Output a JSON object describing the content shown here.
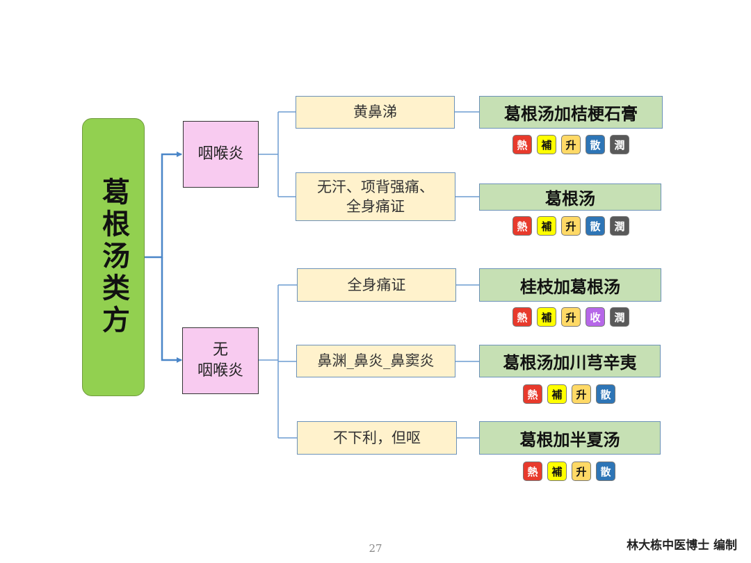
{
  "root": {
    "title": "葛根汤类方"
  },
  "categories": [
    {
      "label": "咽喉炎"
    },
    {
      "label": "无\n咽喉炎"
    }
  ],
  "badge_colors": {
    "熱": {
      "bg": "#e83a2c",
      "fg": "#ffffff"
    },
    "補": {
      "bg": "#ffff00",
      "fg": "#111111"
    },
    "升": {
      "bg": "#ffd966",
      "fg": "#111111"
    },
    "散": {
      "bg": "#2e75b6",
      "fg": "#ffffff"
    },
    "潤": {
      "bg": "#595959",
      "fg": "#ffffff"
    },
    "收": {
      "bg": "#b667e8",
      "fg": "#ffffff"
    }
  },
  "branches": [
    {
      "symptom": "黄鼻涕",
      "formula": "葛根汤加桔梗石膏",
      "badges": [
        "熱",
        "補",
        "升",
        "散",
        "潤"
      ]
    },
    {
      "symptom": "无汗、项背强痛、\n全身痛证",
      "formula": "葛根汤",
      "badges": [
        "熱",
        "補",
        "升",
        "散",
        "潤"
      ]
    },
    {
      "symptom": "全身痛证",
      "formula": "桂枝加葛根汤",
      "badges": [
        "熱",
        "補",
        "升",
        "收",
        "潤"
      ]
    },
    {
      "symptom": "鼻渊_鼻炎_鼻窦炎",
      "formula": "葛根汤加川芎辛夷",
      "badges": [
        "熱",
        "補",
        "升",
        "散"
      ]
    },
    {
      "symptom": "不下利，但呕",
      "formula": "葛根加半夏汤",
      "badges": [
        "熱",
        "補",
        "升",
        "散"
      ]
    }
  ],
  "footer": {
    "page_number": "27",
    "author": "林大栋中医博士 编制"
  }
}
